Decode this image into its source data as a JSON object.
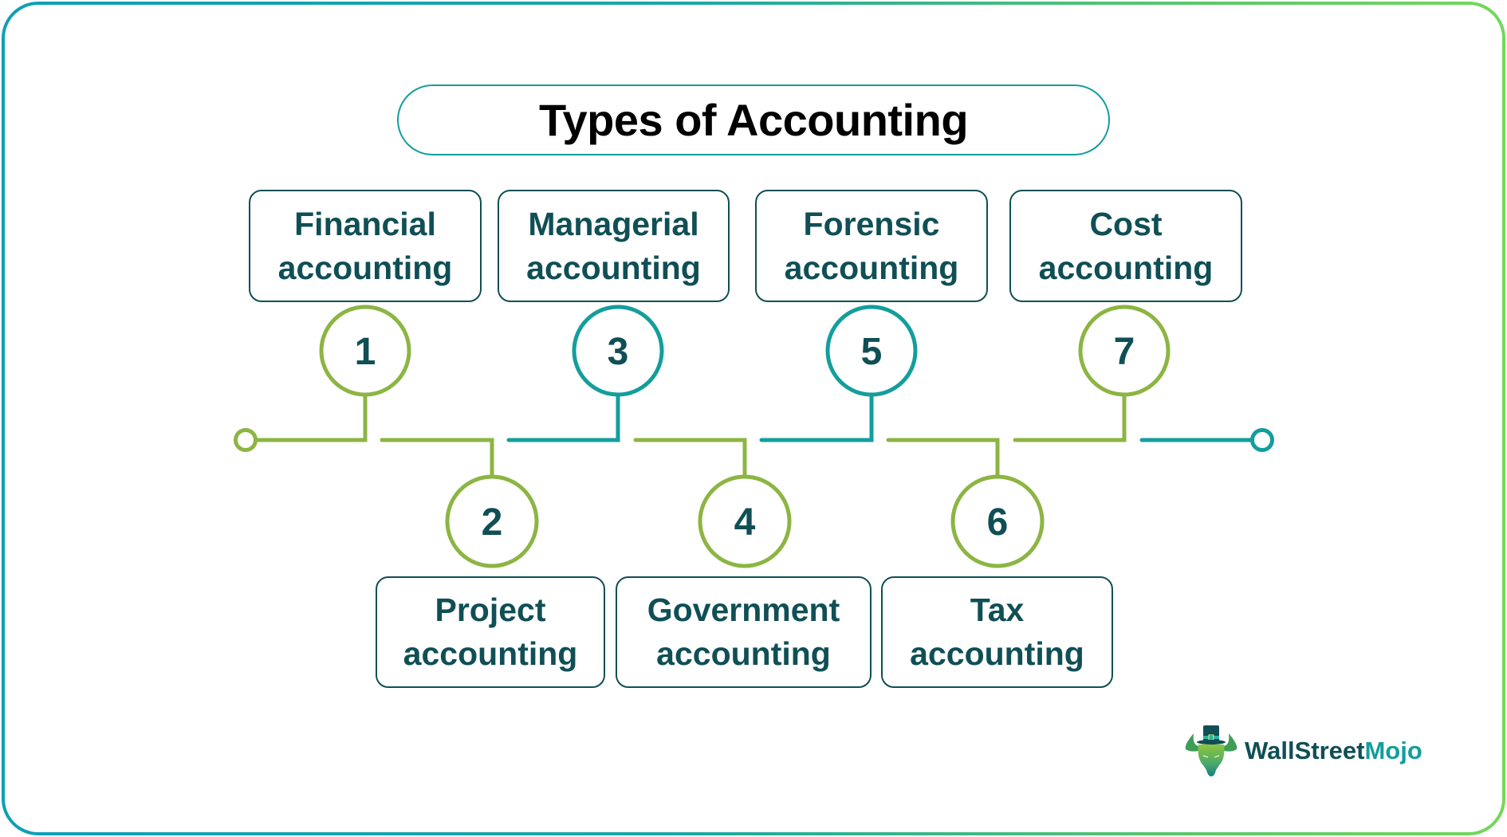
{
  "title": "Types of Accounting",
  "colors": {
    "green": "#8cb543",
    "teal": "#139e9c",
    "dark_text": "#0f4f55",
    "frame_gradient_start": "#0e9fb8",
    "frame_gradient_end": "#72d85a"
  },
  "types": [
    {
      "number": "1",
      "line1": "Financial",
      "line2": "accounting",
      "position": "top",
      "color": "green"
    },
    {
      "number": "2",
      "line1": "Project",
      "line2": "accounting",
      "position": "bottom",
      "color": "green"
    },
    {
      "number": "3",
      "line1": "Managerial",
      "line2": "accounting",
      "position": "top",
      "color": "teal"
    },
    {
      "number": "4",
      "line1": "Government",
      "line2": "accounting",
      "position": "bottom",
      "color": "green"
    },
    {
      "number": "5",
      "line1": "Forensic",
      "line2": "accounting",
      "position": "top",
      "color": "teal"
    },
    {
      "number": "6",
      "line1": "Tax",
      "line2": "accounting",
      "position": "bottom",
      "color": "green"
    },
    {
      "number": "7",
      "line1": "Cost",
      "line2": "accounting",
      "position": "top",
      "color": "green"
    }
  ],
  "logo": {
    "icon": "bull-with-top-hat-icon",
    "text_part1": "WallStreet",
    "text_part2": "Mojo"
  }
}
